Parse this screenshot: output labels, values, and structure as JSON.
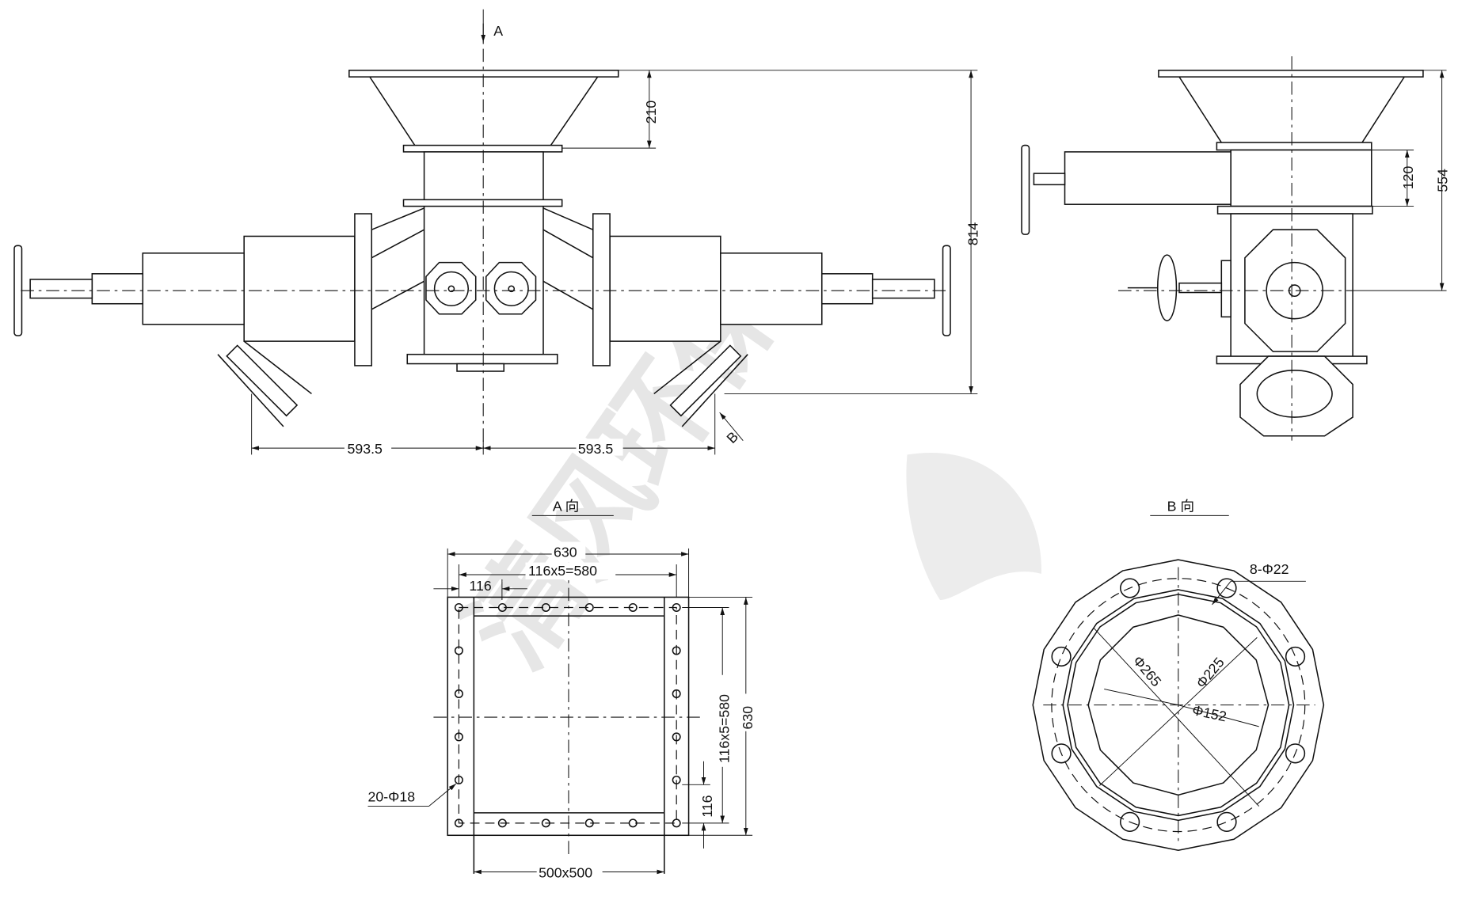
{
  "watermark": "清风环保",
  "front_view": {
    "arrow_a_label": "A",
    "arrow_b_label": "B",
    "dim_left": "593.5",
    "dim_right": "593.5",
    "dim_hopper": "210",
    "dim_total_height": "814"
  },
  "side_view": {
    "dim_box": "120",
    "dim_height": "554"
  },
  "view_a": {
    "title": "A 向",
    "dim_width": "630",
    "dim_bolt_span": "116x5=580",
    "dim_pitch": "116",
    "dim_height": "630",
    "dim_bolt_span_v": "116x5=580",
    "dim_pitch_v": "116",
    "dim_opening": "500x500",
    "holes_note": "20-Φ18"
  },
  "view_b": {
    "title": "B 向",
    "holes_note": "8-Φ22",
    "dim_d265": "Φ265",
    "dim_d225": "Φ225",
    "dim_d152": "Φ152"
  }
}
